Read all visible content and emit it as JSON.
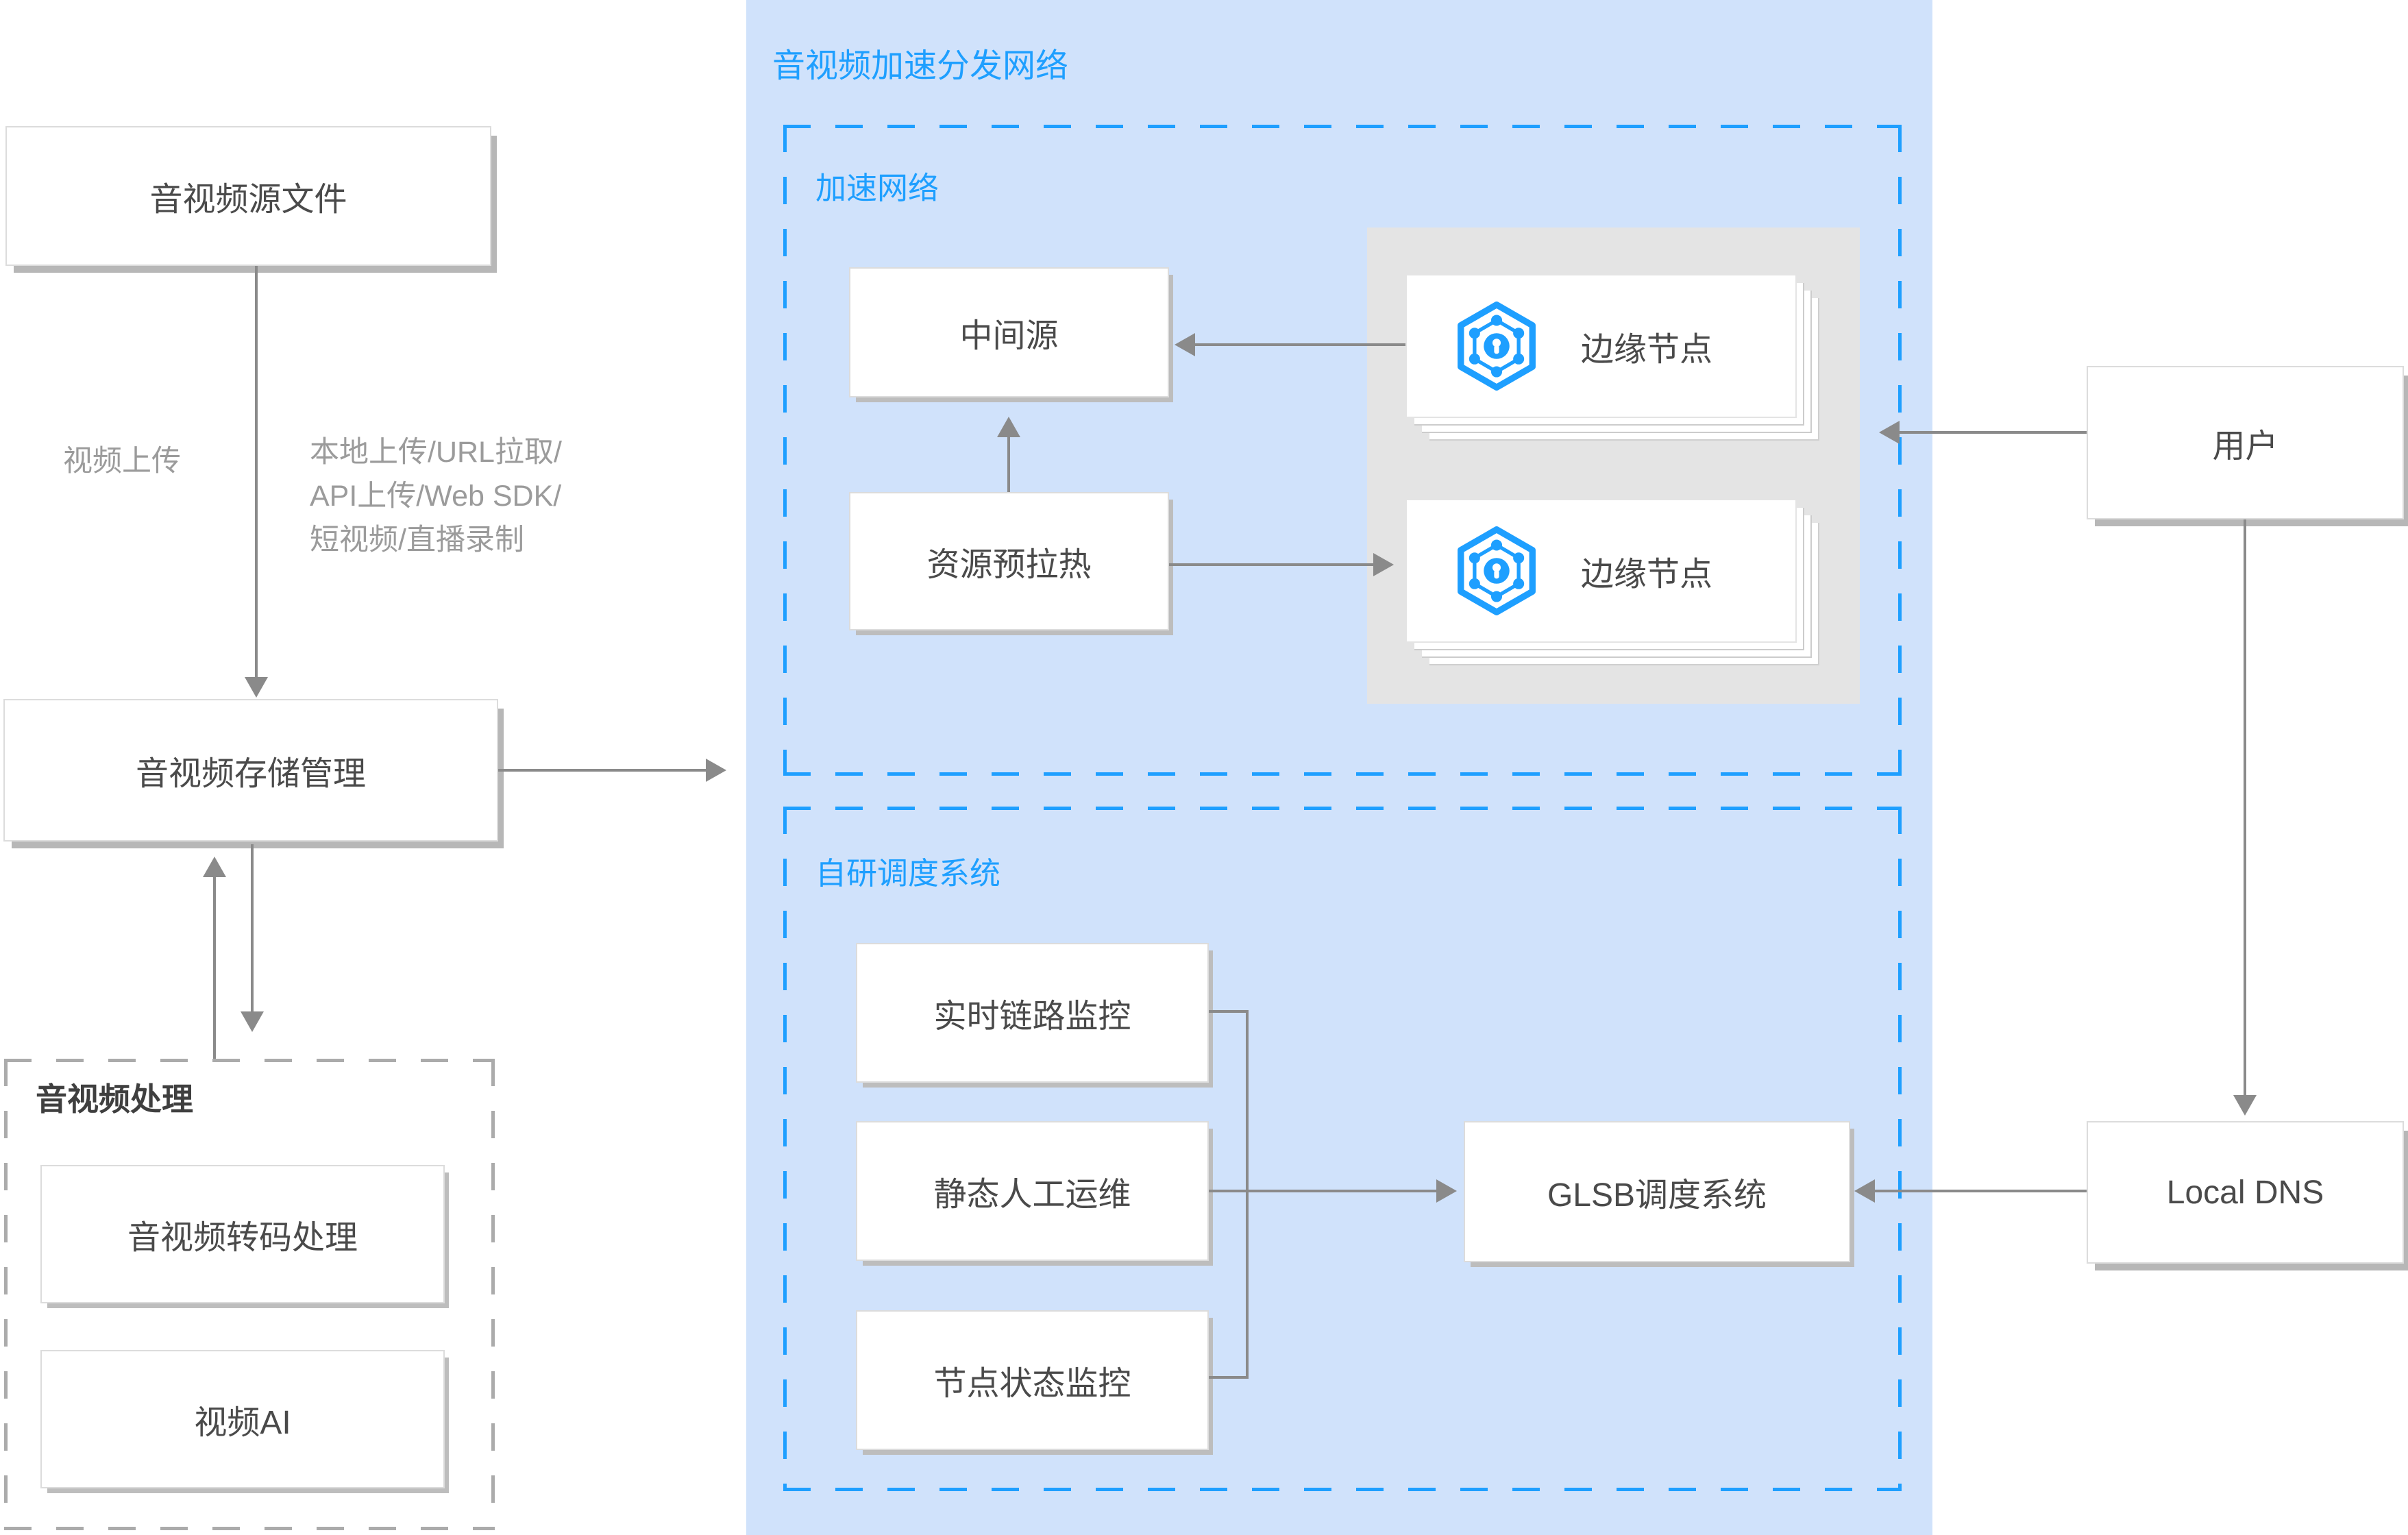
{
  "colors": {
    "accent_blue": "#1E9FFF",
    "panel_bg": "#D0E2FB",
    "edge_container_bg": "#E4E4E4",
    "connector_gray": "#8A8A8A",
    "box_text": "#4A4A4A",
    "muted_text": "#9B9B9B",
    "gray_dash": "#ABABAB"
  },
  "left": {
    "source_box": "音视频源文件",
    "upload_label": "视频上传",
    "upload_methods_lines": [
      "本地上传/URL拉取/",
      "API上传/Web SDK/",
      "短视频/直播录制"
    ],
    "storage_box": "音视频存储管理",
    "processing": {
      "title": "音视频处理",
      "transcode_box": "音视频转码处理",
      "video_ai_box": "视频AI"
    }
  },
  "cdn": {
    "title": "音视频加速分发网络",
    "accel": {
      "title": "加速网络",
      "mid_source_box": "中间源",
      "prefetch_box": "资源预拉热",
      "edge_node_1": "边缘节点",
      "edge_node_2": "边缘节点"
    },
    "sched": {
      "title": "自研调度系统",
      "realtime_box": "实时链路监控",
      "static_ops_box": "静态人工运维",
      "node_status_box": "节点状态监控",
      "glsb_box": "GLSB调度系统"
    }
  },
  "right": {
    "user_box": "用户",
    "local_dns_box": "Local DNS"
  }
}
